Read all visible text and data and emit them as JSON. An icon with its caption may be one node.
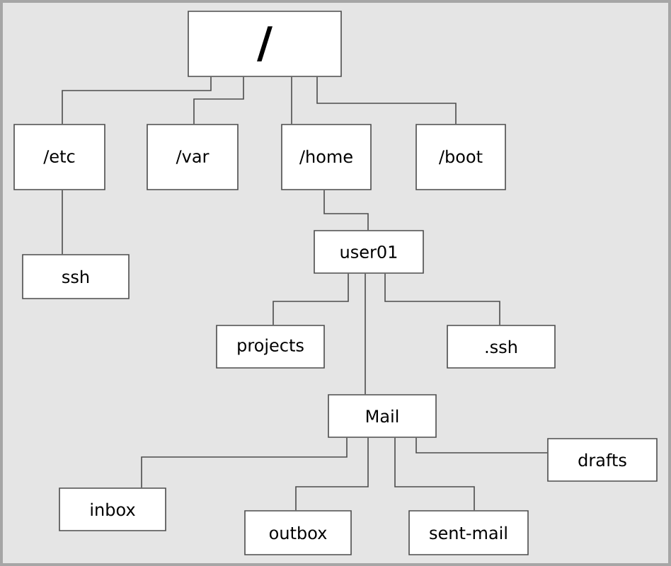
{
  "diagram": {
    "nodes": [
      {
        "text": [
          "/"
        ]
      },
      {
        "text": [
          "/etc"
        ]
      },
      {
        "text": [
          "/var"
        ]
      },
      {
        "text": [
          "/home"
        ]
      },
      {
        "text": [
          "/boot"
        ]
      },
      {
        "text": [
          "ssh"
        ]
      },
      {
        "text": [
          "user01"
        ]
      },
      {
        "text": [
          "projects"
        ]
      },
      {
        "text": [
          ".ssh"
        ]
      },
      {
        "text": [
          "Mail"
        ]
      },
      {
        "text": [
          "drafts"
        ]
      },
      {
        "text": [
          "inbox"
        ]
      },
      {
        "text": [
          "outbox"
        ]
      },
      {
        "text": [
          "sent-mail"
        ]
      }
    ],
    "edges": [
      {
        "from": 0,
        "to": 1,
        "arrow": "none"
      },
      {
        "from": 0,
        "to": 2,
        "arrow": "none"
      },
      {
        "from": 0,
        "to": 3,
        "arrow": "none"
      },
      {
        "from": 0,
        "to": 4,
        "arrow": "none"
      },
      {
        "from": 1,
        "to": 5,
        "arrow": "none"
      },
      {
        "from": 3,
        "to": 6,
        "arrow": "none"
      },
      {
        "from": 6,
        "to": 7,
        "arrow": "none"
      },
      {
        "from": 6,
        "to": 9,
        "arrow": "none"
      },
      {
        "from": 6,
        "to": 8,
        "arrow": "none"
      },
      {
        "from": 9,
        "to": 11,
        "arrow": "none"
      },
      {
        "from": 9,
        "to": 12,
        "arrow": "none"
      },
      {
        "from": 9,
        "to": 13,
        "arrow": "none"
      },
      {
        "from": 9,
        "to": 10,
        "arrow": "none"
      }
    ]
  }
}
